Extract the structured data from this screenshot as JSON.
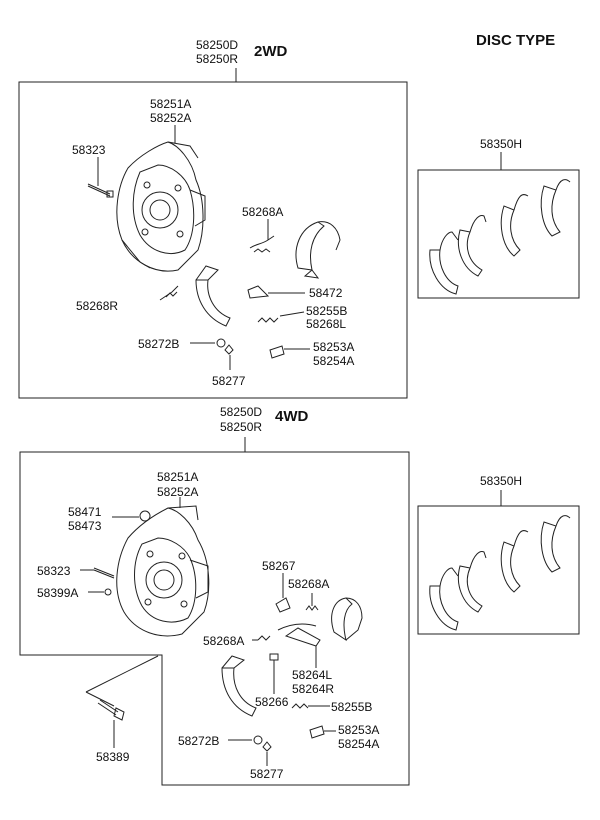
{
  "header": {
    "title": "DISC TYPE"
  },
  "section_2wd": {
    "assembly_codes": [
      "58250D",
      "58250R"
    ],
    "drive_label": "2WD",
    "labels": {
      "backing_plate": [
        "58251A",
        "58252A"
      ],
      "bolt": "58323",
      "spring_a": "58268A",
      "spring_r": "58268R",
      "lever": "58472",
      "spring_bl": [
        "58255B",
        "58268L"
      ],
      "adjuster": [
        "58253A",
        "58254A"
      ],
      "retainer": "58272B",
      "pin": "58277"
    },
    "shoe_kit": "58350H"
  },
  "section_4wd": {
    "assembly_codes": [
      "58250D",
      "58250R"
    ],
    "drive_label": "4WD",
    "labels": {
      "backing_plate": [
        "58251A",
        "58252A"
      ],
      "plug": [
        "58471",
        "58473"
      ],
      "bolt": "58323",
      "washer": "58399A",
      "strut": "58267",
      "spring_a_top": "58268A",
      "spring_a_left": "58268A",
      "lever": [
        "58264L",
        "58264R"
      ],
      "clip": "58266",
      "spring_b": "58255B",
      "adjuster": [
        "58253A",
        "58254A"
      ],
      "retainer": "58272B",
      "pin": "58277",
      "mount_bolt": "58389"
    },
    "shoe_kit": "58350H"
  }
}
